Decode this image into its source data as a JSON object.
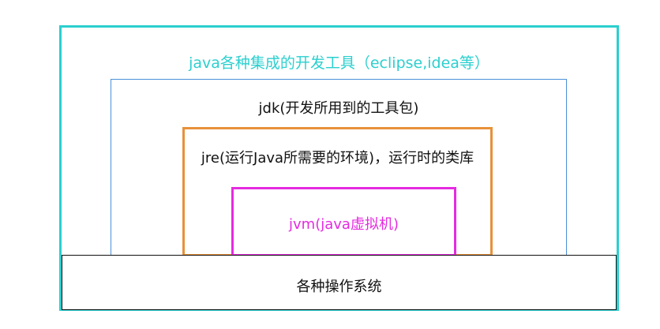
{
  "diagram": {
    "ide": {
      "label": "java各种集成的开发工具（eclipse,idea等）",
      "border_color": "#2ccfcf"
    },
    "jdk": {
      "label": "jdk(开发所用到的工具包)",
      "border_color": "#4a90d9"
    },
    "jre": {
      "label": "jre(运行Java所需要的环境)，运行时的类库",
      "border_color": "#e8913a"
    },
    "jvm": {
      "label": "jvm(java虚拟机)",
      "border_color": "#e52be0"
    },
    "os": {
      "label": "各种操作系统",
      "border_color": "#111111"
    }
  }
}
